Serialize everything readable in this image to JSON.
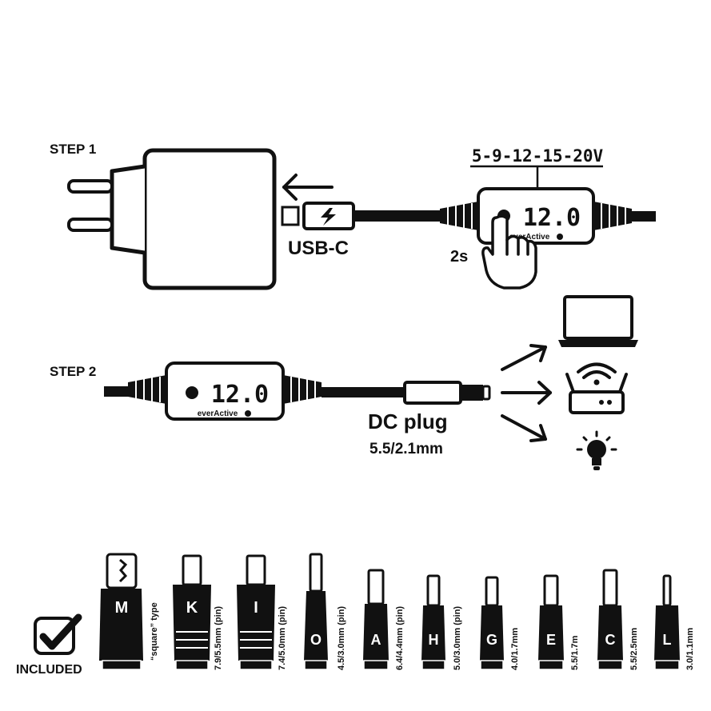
{
  "step1": {
    "label": "STEP 1",
    "voltages": "5-9-12-15-20V",
    "display_value": "12.0",
    "brand": "everActive",
    "usb_label": "USB-C",
    "hold_time": "2s"
  },
  "step2": {
    "label": "STEP 2",
    "display_value": "12.0",
    "brand": "everActive",
    "plug_title": "DC plug",
    "plug_size": "5.5/2.1mm"
  },
  "devices": [
    "laptop-icon",
    "router-icon",
    "bulb-icon"
  ],
  "included_label": "INCLUDED",
  "tips": [
    {
      "letter": "M",
      "size": "“square” type"
    },
    {
      "letter": "K",
      "size": "7.9/5.5mm (pin)"
    },
    {
      "letter": "I",
      "size": "7.4/5.0mm (pin)"
    },
    {
      "letter": "O",
      "size": "4.5/3.0mm (pin)"
    },
    {
      "letter": "A",
      "size": "6.4/4.4mm (pin)"
    },
    {
      "letter": "H",
      "size": "5.0/3.0mm (pin)"
    },
    {
      "letter": "G",
      "size": "4.0/1.7mm"
    },
    {
      "letter": "E",
      "size": "5.5/1.7m"
    },
    {
      "letter": "C",
      "size": "5.5/2.5mm"
    },
    {
      "letter": "L",
      "size": "3.0/1.1mm"
    }
  ],
  "colors": {
    "ink": "#111111",
    "paper": "#ffffff"
  }
}
